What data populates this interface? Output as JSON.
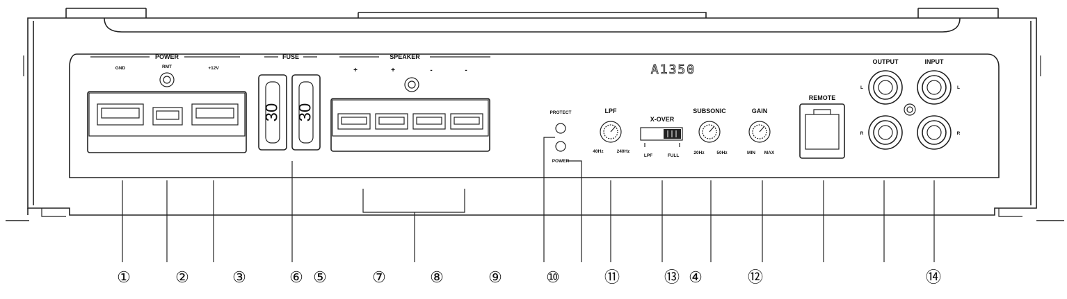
{
  "model_name": "A1350",
  "sections": {
    "power": "POWER",
    "fuse": "FUSE",
    "speaker": "SPEAKER"
  },
  "power_terminals": {
    "gnd": "GND",
    "rmt": "RMT",
    "plus12v": "+12V"
  },
  "speaker_polarity": [
    "+",
    "+",
    "-",
    "-"
  ],
  "fuses": [
    "30",
    "30"
  ],
  "leds": {
    "protect": "PROTECT",
    "power": "POWER"
  },
  "lpf": {
    "title": "LPF",
    "min": "40Hz",
    "max": "240Hz"
  },
  "xover": {
    "title": "X-OVER",
    "left": "LPF",
    "right": "FULL"
  },
  "subsonic": {
    "title": "SUBSONIC",
    "min": "20Hz",
    "max": "50Hz"
  },
  "gain": {
    "title": "GAIN",
    "min": "MIN",
    "max": "MAX"
  },
  "remote": "REMOTE",
  "rca": {
    "output": "OUTPUT",
    "input": "INPUT",
    "left": "L",
    "right": "R"
  },
  "callouts": [
    "①",
    "②",
    "③",
    "⑥",
    "⑤",
    "⑦",
    "⑧",
    "⑨",
    "⑩",
    "⑪",
    "⑬",
    "④",
    "⑫",
    "⑭"
  ]
}
